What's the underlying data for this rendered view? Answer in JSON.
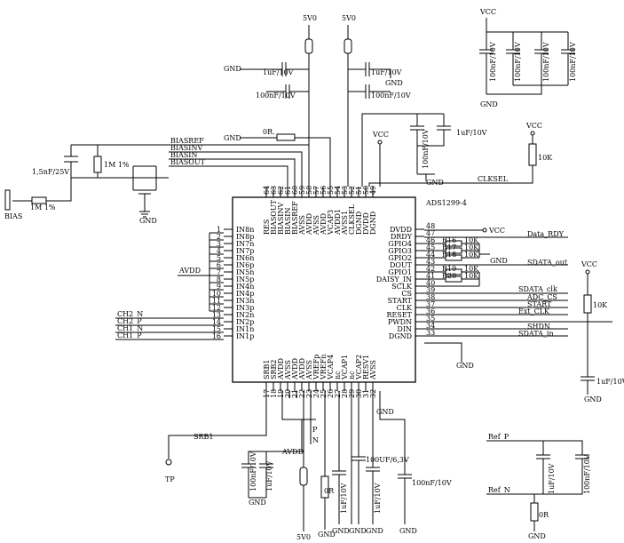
{
  "chip": {
    "name": "ADS1299-4",
    "left_pins": [
      {
        "num": "1",
        "name": "IN8n"
      },
      {
        "num": "2",
        "name": "IN8p"
      },
      {
        "num": "3",
        "name": "IN7n"
      },
      {
        "num": "4",
        "name": "IN7p"
      },
      {
        "num": "5",
        "name": "IN6n"
      },
      {
        "num": "6",
        "name": "IN6p"
      },
      {
        "num": "7",
        "name": "IN5n"
      },
      {
        "num": "8",
        "name": "IN5p"
      },
      {
        "num": "9",
        "name": "IN4n"
      },
      {
        "num": "10",
        "name": "IN4p"
      },
      {
        "num": "11",
        "name": "IN3n"
      },
      {
        "num": "12",
        "name": "IN3p"
      },
      {
        "num": "13",
        "name": "IN2n"
      },
      {
        "num": "14",
        "name": "IN2p"
      },
      {
        "num": "15",
        "name": "IN1n"
      },
      {
        "num": "16",
        "name": "IN1p"
      }
    ],
    "right_pins": [
      {
        "num": "48",
        "name": "DVDD"
      },
      {
        "num": "47",
        "name": "DRDY"
      },
      {
        "num": "46",
        "name": "GPIO4"
      },
      {
        "num": "45",
        "name": "GPIO3"
      },
      {
        "num": "44",
        "name": "GPIO2"
      },
      {
        "num": "43",
        "name": "DOUT"
      },
      {
        "num": "42",
        "name": "GPIO1"
      },
      {
        "num": "41",
        "name": "DAISY_IN"
      },
      {
        "num": "40",
        "name": "SCLK"
      },
      {
        "num": "39",
        "name": "CS"
      },
      {
        "num": "38",
        "name": "START"
      },
      {
        "num": "37",
        "name": "CLK"
      },
      {
        "num": "36",
        "name": "RESET"
      },
      {
        "num": "35",
        "name": "PWDN"
      },
      {
        "num": "34",
        "name": "DIN"
      },
      {
        "num": "33",
        "name": "DGND"
      }
    ],
    "top_pins": [
      {
        "num": "64",
        "name": "RES"
      },
      {
        "num": "63",
        "name": "BIASOUT"
      },
      {
        "num": "62",
        "name": "BIASINV"
      },
      {
        "num": "61",
        "name": "BIASIN"
      },
      {
        "num": "60",
        "name": "BIASREF"
      },
      {
        "num": "59",
        "name": "AVSS"
      },
      {
        "num": "58",
        "name": "AVDD"
      },
      {
        "num": "57",
        "name": "AVSS"
      },
      {
        "num": "56",
        "name": "AVDD"
      },
      {
        "num": "55",
        "name": "VCAP3"
      },
      {
        "num": "54",
        "name": "AVDD1"
      },
      {
        "num": "53",
        "name": "AVSS1"
      },
      {
        "num": "52",
        "name": "CLKSEL"
      },
      {
        "num": "51",
        "name": "DGND"
      },
      {
        "num": "50",
        "name": "DVDD"
      },
      {
        "num": "49",
        "name": "DGND"
      }
    ],
    "bottom_pins": [
      {
        "num": "17",
        "name": "SRB1"
      },
      {
        "num": "18",
        "name": "SRB2"
      },
      {
        "num": "19",
        "name": "AVDD"
      },
      {
        "num": "20",
        "name": "AVSS"
      },
      {
        "num": "21",
        "name": "AVDD"
      },
      {
        "num": "22",
        "name": "AVDD"
      },
      {
        "num": "23",
        "name": "AVSS"
      },
      {
        "num": "24",
        "name": "VREFp"
      },
      {
        "num": "25",
        "name": "VREFn"
      },
      {
        "num": "26",
        "name": "VCAP4"
      },
      {
        "num": "27",
        "name": "nc"
      },
      {
        "num": "28",
        "name": "VCAP1"
      },
      {
        "num": "29",
        "name": "nc"
      },
      {
        "num": "30",
        "name": "VCAP2"
      },
      {
        "num": "31",
        "name": "RESV1"
      },
      {
        "num": "32",
        "name": "AVSS"
      }
    ]
  },
  "power": {
    "vcc": "VCC",
    "v5": "5V0",
    "gnd": "GND",
    "avdd": "AVDD"
  },
  "components": {
    "c_1uf": "1uF/10V",
    "c_100nf": "100nF/10V",
    "c_1uf_short": "1uF",
    "c_1n5": "1,5nF/25V",
    "c_100uf": "100UF/6,3V",
    "c_100nf_v": "100nF/10V",
    "r_1m_h": "1M 1%",
    "r_1m_v": "1M 1%",
    "r_0r": "0R",
    "r_0r_dot": "0R.",
    "r_10k": "10K",
    "r16": "R16",
    "r17": "R17",
    "r18": "R18",
    "r19": "R19",
    "r20": "R20",
    "p_label": "P",
    "n_label": "N"
  },
  "nets": {
    "biasref": "BIASREF",
    "biasinv": "BIASINV",
    "biasin": "BIASIN",
    "biasout": "BIASOUT",
    "bias": "BIAS",
    "clksel": "CLKSEL",
    "data_rdy": "Data_RDY",
    "sdata_out": "SDATA_out",
    "sdata_clk": "SDATA_clk",
    "adc_cs": "ADC_CS",
    "start": "START",
    "ext_clk": "Ext_CLK",
    "shdn": "SHDN",
    "sdata_in": "SDATA_in",
    "ch2n": "CH2_N",
    "ch2p": "CH2_P",
    "ch1n": "CH1_N",
    "ch1p": "CH1_P",
    "srb1": "SRB1",
    "tp": "TP",
    "ref_p": "Ref_P",
    "ref_n": "Ref_N",
    "vcc_pin": "VCC"
  }
}
